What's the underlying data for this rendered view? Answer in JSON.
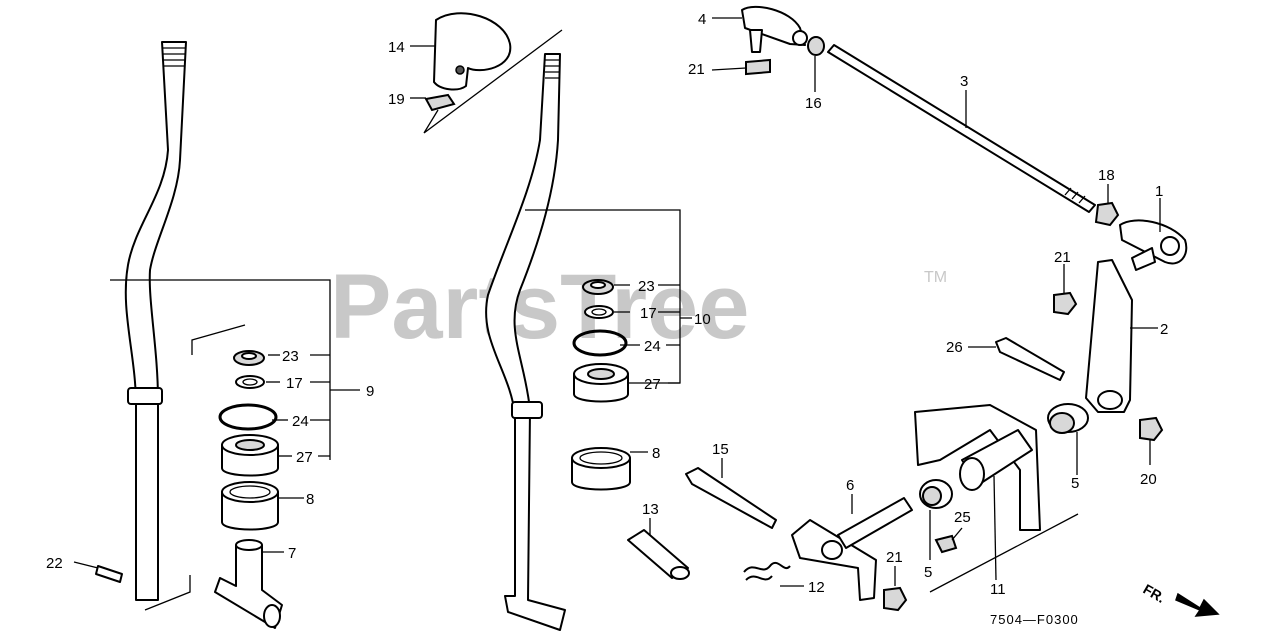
{
  "watermark": {
    "text": "PartsTree",
    "trademark": "TM"
  },
  "diagram_code": "7504—F0300",
  "front_indicator": "FR.",
  "callouts": {
    "c1": "1",
    "c2": "2",
    "c3": "3",
    "c4": "4",
    "c5a": "5",
    "c5b": "5",
    "c6": "6",
    "c7": "7",
    "c8a": "8",
    "c8b": "8",
    "c9": "9",
    "c10": "10",
    "c11": "11",
    "c12": "12",
    "c13": "13",
    "c14": "14",
    "c15": "15",
    "c16": "16",
    "c17a": "17",
    "c17b": "17",
    "c18": "18",
    "c19": "19",
    "c20": "20",
    "c21a": "21",
    "c21b": "21",
    "c21c": "21",
    "c22": "22",
    "c23a": "23",
    "c23b": "23",
    "c24a": "24",
    "c24b": "24",
    "c25": "25",
    "c26": "26",
    "c27a": "27",
    "c27b": "27"
  }
}
